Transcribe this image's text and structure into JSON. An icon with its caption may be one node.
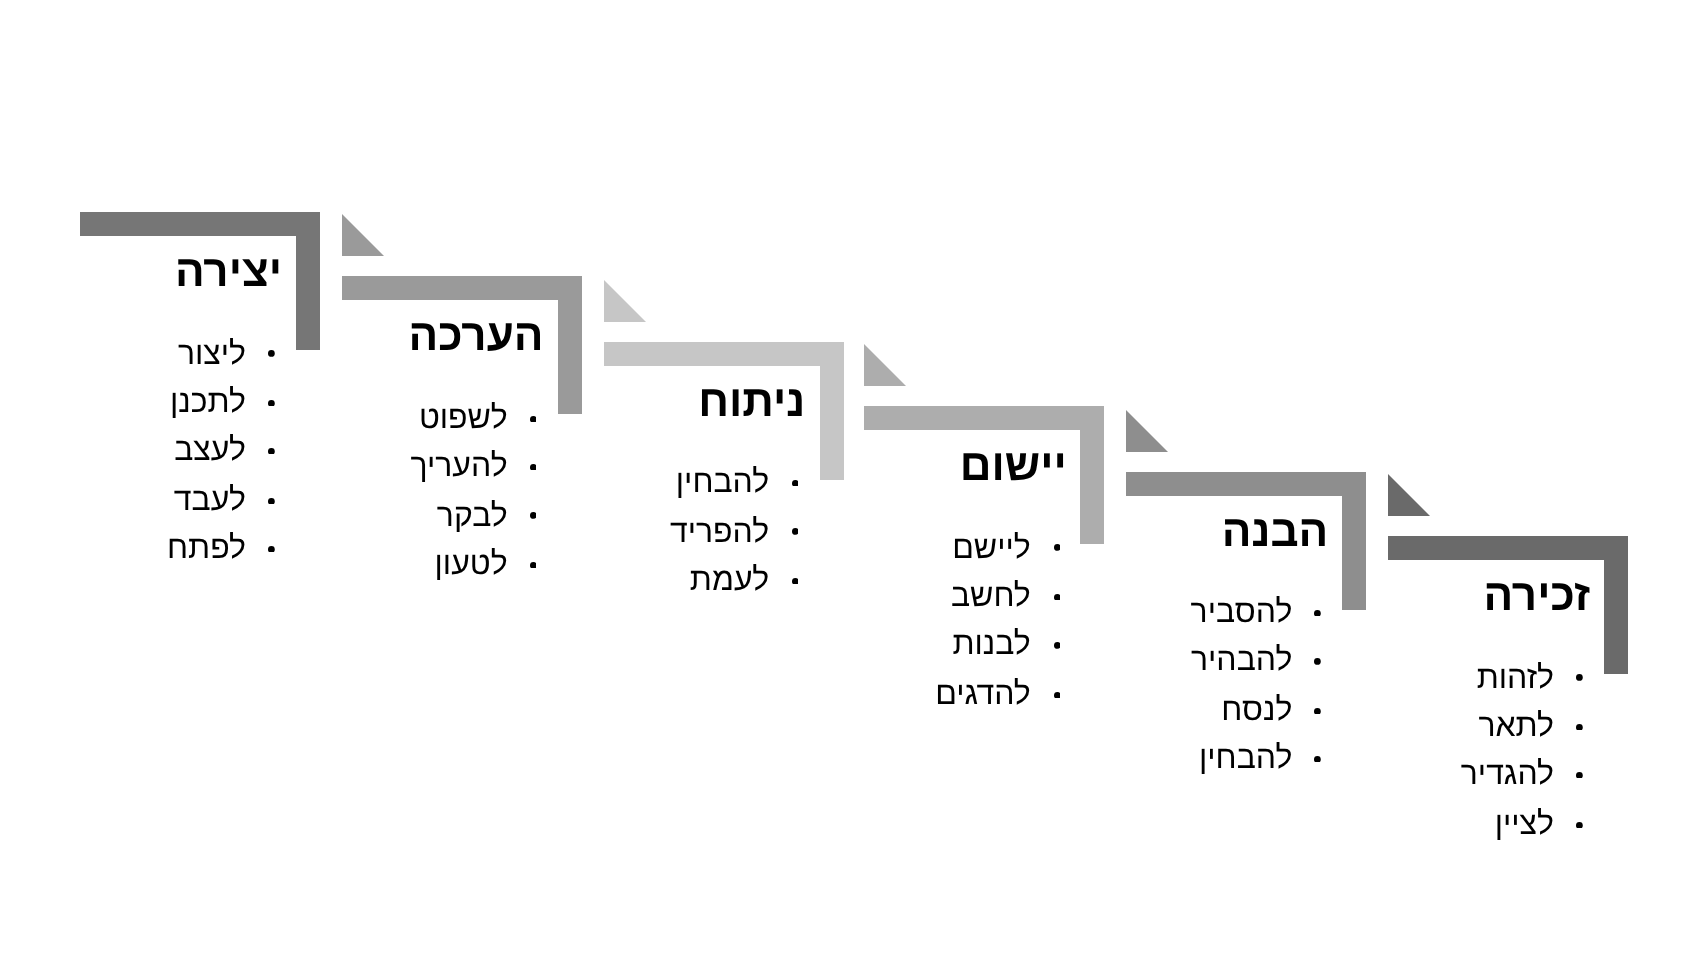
{
  "diagram": {
    "nodes": [
      {
        "text": [
          "יצירה",
          "ליצור",
          "לתכנן",
          "לעצב",
          "לעבד",
          "לפתח"
        ]
      },
      {
        "text": [
          "הערכה",
          "לשפוט",
          "להעריך",
          "לבקר",
          "לטעון"
        ]
      },
      {
        "text": [
          "ניתוח",
          "להבחין",
          "להפריד",
          "לעמת"
        ]
      },
      {
        "text": [
          "יישום",
          "ליישם",
          "לחשב",
          "לבנות",
          "להדגים"
        ]
      },
      {
        "text": [
          "הבנה",
          "להסביר",
          "להבהיר",
          "לנסח",
          "להבחין"
        ]
      },
      {
        "text": [
          "זכירה",
          "לזהות",
          "לתאר",
          "להגדיר",
          "לציין"
        ]
      }
    ]
  }
}
